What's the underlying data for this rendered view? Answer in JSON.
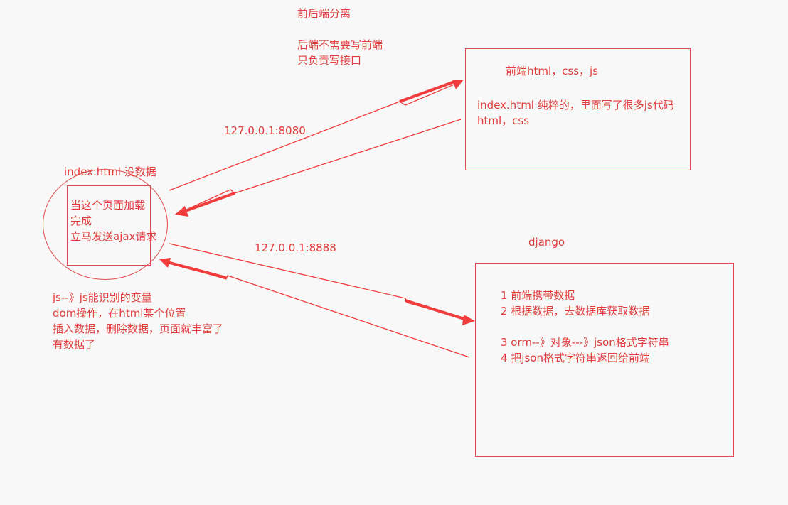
{
  "header": {
    "title": "前后端分离",
    "note_line1": "后端不需要写前端",
    "note_line2": "只负责写接口"
  },
  "frontend_box": {
    "title": "前端html，css，js",
    "line1": "index.html  纯粹的，里面写了很多js代码",
    "line2": "html，css"
  },
  "ports": {
    "frontend": "127.0.0.1:8080",
    "backend": "127.0.0.1:8888"
  },
  "client": {
    "title": "index.html  没数据",
    "line1": "当这个页面加载",
    "line2": "完成",
    "line3": "立马发送ajax请求"
  },
  "js_note": {
    "line1": "js--》js能识别的变量",
    "line2": "dom操作，在html某个位置",
    "line3": "插入数据，删除数据，页面就丰富了",
    "line4": "有数据了"
  },
  "backend_box": {
    "title": "django",
    "step1": "1 前端携带数据",
    "step2": "2 根据数据，去数据库获取数据",
    "step3": "3 orm--》对象---》json格式字符串",
    "step4": "4 把json格式字符串返回给前端"
  },
  "colors": {
    "accent": "#e03c3c",
    "arrow": "#f03c3c",
    "background": "#f8f8f8"
  }
}
